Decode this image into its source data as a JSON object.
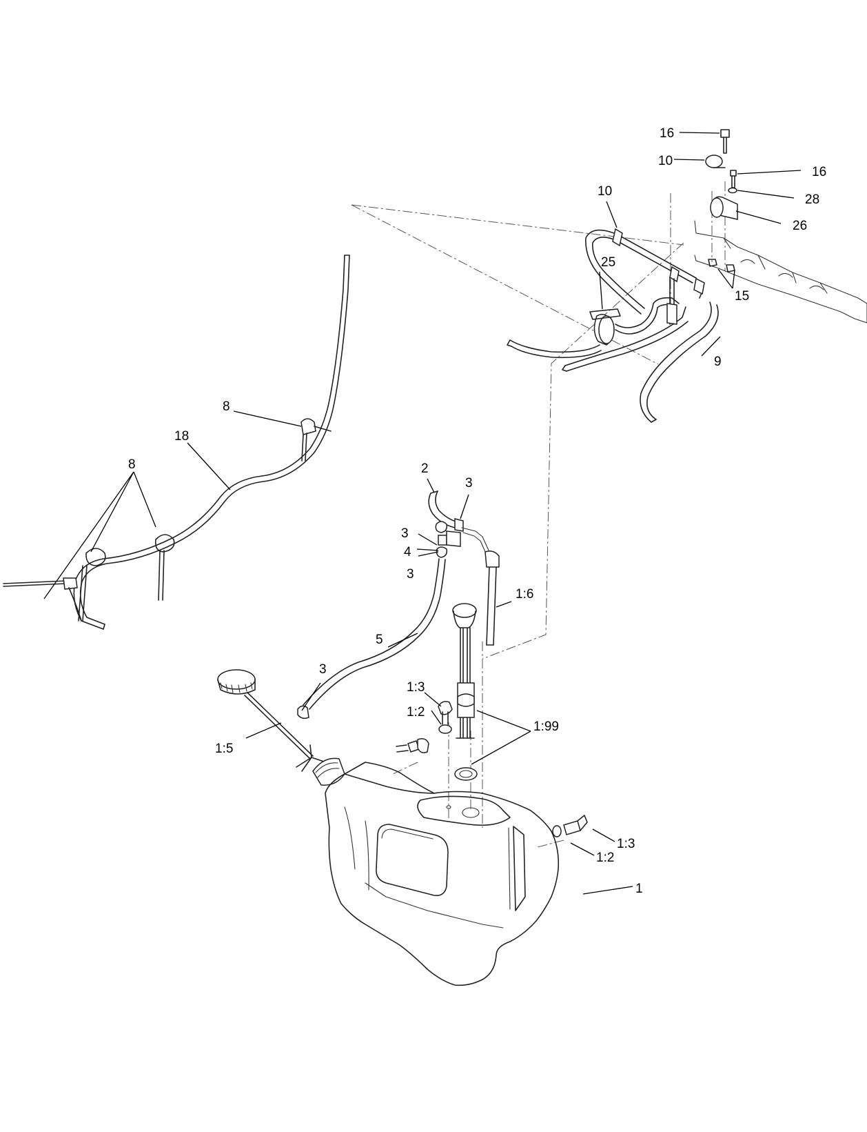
{
  "callouts": [
    {
      "id": "c16a",
      "text": "16"
    },
    {
      "id": "c10a",
      "text": "10"
    },
    {
      "id": "c16b",
      "text": "16"
    },
    {
      "id": "c28",
      "text": "28"
    },
    {
      "id": "c26",
      "text": "26"
    },
    {
      "id": "c10b",
      "text": "10"
    },
    {
      "id": "c25",
      "text": "25"
    },
    {
      "id": "c15",
      "text": "15"
    },
    {
      "id": "c9",
      "text": "9"
    },
    {
      "id": "c8a",
      "text": "8"
    },
    {
      "id": "c18",
      "text": "18"
    },
    {
      "id": "c8b",
      "text": "8"
    },
    {
      "id": "c2",
      "text": "2"
    },
    {
      "id": "c3a",
      "text": "3"
    },
    {
      "id": "c3b",
      "text": "3"
    },
    {
      "id": "c4",
      "text": "4"
    },
    {
      "id": "c3c",
      "text": "3"
    },
    {
      "id": "c16",
      "text": "1:6"
    },
    {
      "id": "c5",
      "text": "5"
    },
    {
      "id": "c3d",
      "text": "3"
    },
    {
      "id": "c13a",
      "text": "1:3"
    },
    {
      "id": "c12a",
      "text": "1:2"
    },
    {
      "id": "c199",
      "text": "1:99"
    },
    {
      "id": "c15b",
      "text": "1:5"
    },
    {
      "id": "c13b",
      "text": "1:3"
    },
    {
      "id": "c12b",
      "text": "1:2"
    },
    {
      "id": "c1",
      "text": "1"
    }
  ]
}
